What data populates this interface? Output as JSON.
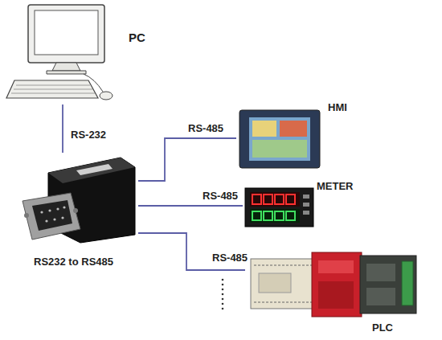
{
  "diagram": {
    "nodes": [
      {
        "text": [
          "PC"
        ]
      },
      {
        "text": [
          "RS232 to RS485"
        ]
      },
      {
        "text": [
          "HMI"
        ]
      },
      {
        "text": [
          "METER"
        ]
      },
      {
        "text": [
          "PLC"
        ]
      }
    ],
    "edges": [
      {
        "from": 0,
        "to": 1,
        "label": "RS-232",
        "arrow": "none"
      },
      {
        "from": 1,
        "to": 2,
        "label": "RS-485",
        "arrow": "none"
      },
      {
        "from": 1,
        "to": 3,
        "label": "RS-485",
        "arrow": "none"
      },
      {
        "from": 1,
        "to": 4,
        "label": "RS-485",
        "arrow": "none"
      }
    ]
  }
}
